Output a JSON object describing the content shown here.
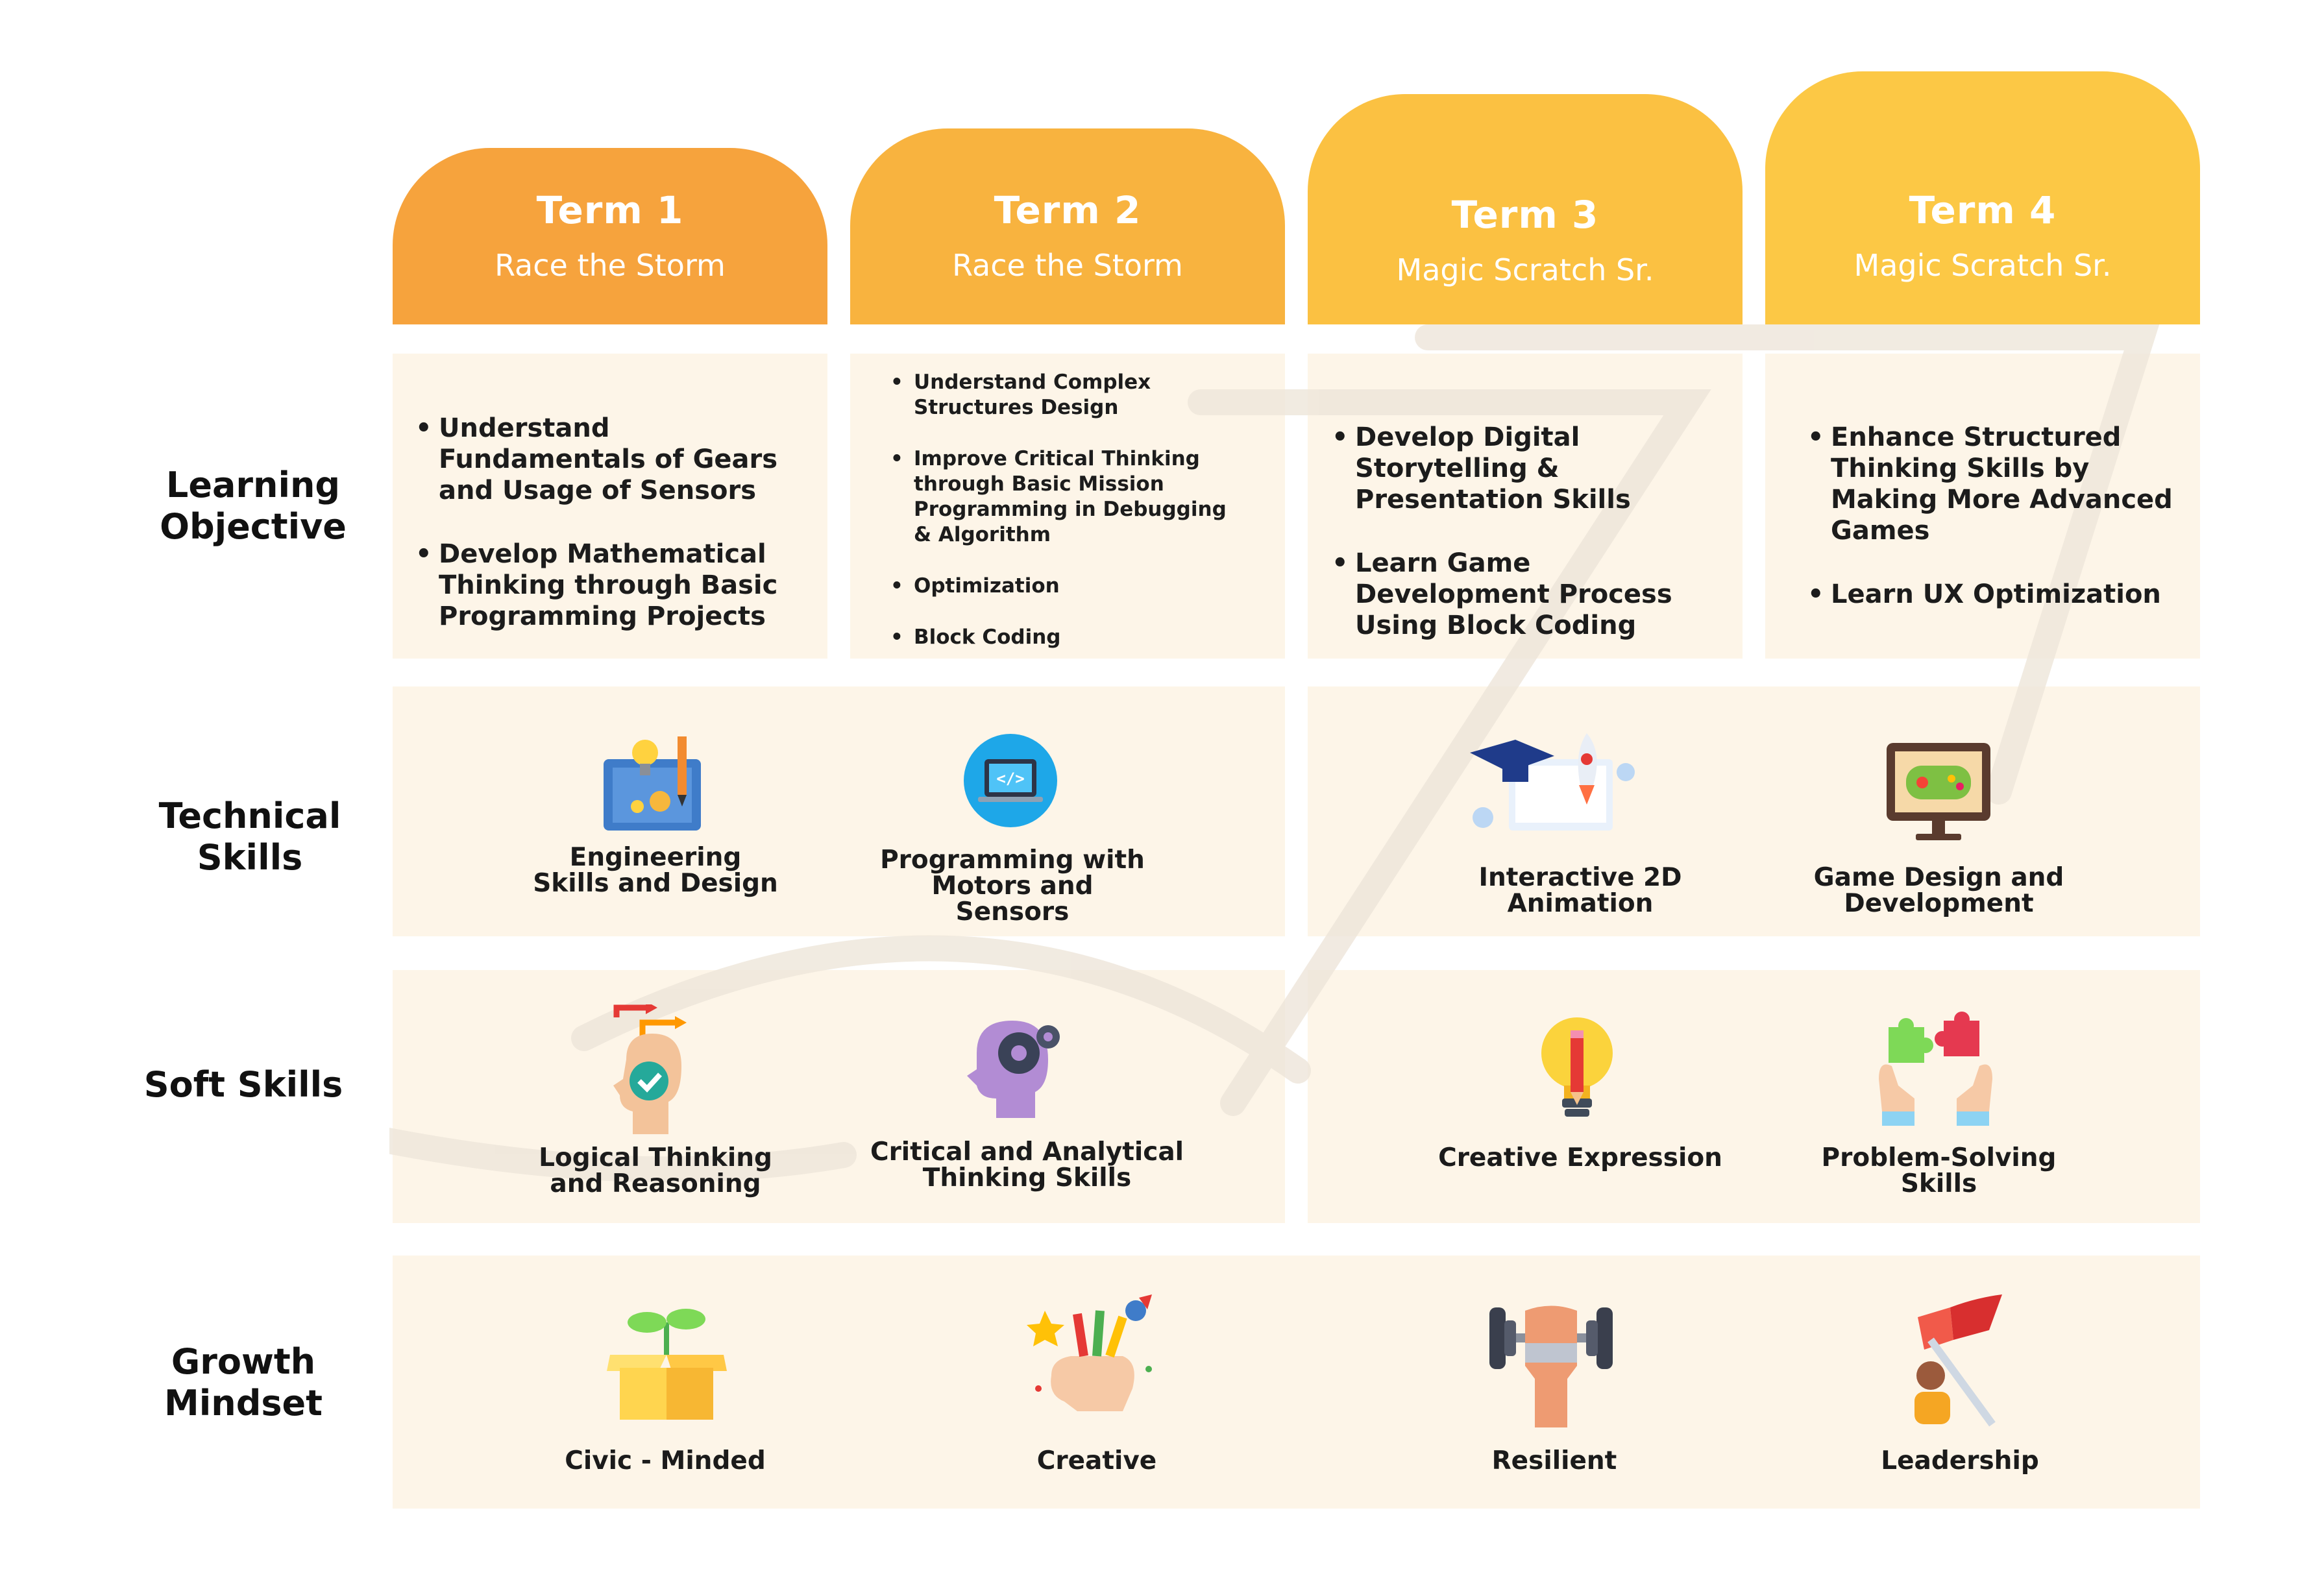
{
  "terms": [
    {
      "title": "Term 1",
      "subtitle": "Race the Storm",
      "color": "#f6a33d"
    },
    {
      "title": "Term 2",
      "subtitle": "Race the Storm",
      "color": "#f8b33f"
    },
    {
      "title": "Term 3",
      "subtitle": "Magic Scratch Sr.",
      "color": "#fbc142"
    },
    {
      "title": "Term 4",
      "subtitle": "Magic Scratch Sr.",
      "color": "#fcc845"
    }
  ],
  "rows": {
    "learning": "Learning Objective",
    "technical": "Technical Skills",
    "soft": "Soft Skills",
    "growth": "Growth Mindset"
  },
  "objectives": {
    "term1": [
      "Understand Fundamentals of Gears and Usage of Sensors",
      "Develop Mathematical Thinking through Basic Programming Projects"
    ],
    "term2": [
      "Understand Complex Structures Design",
      "Improve Critical Thinking through Basic Mission Programming in Debugging & Algorithm",
      "Optimization",
      "Block Coding"
    ],
    "term3": [
      "Develop Digital Storytelling & Presentation Skills",
      "Learn Game Development Process Using Block Coding"
    ],
    "term4": [
      "Enhance Structured Thinking Skills by Making More Advanced Games",
      "Learn UX Optimization"
    ]
  },
  "technical": [
    {
      "label": "Engineering Skills and Design",
      "icon": "engineering-icon"
    },
    {
      "label": "Programming with Motors and Sensors",
      "icon": "programming-icon"
    },
    {
      "label": "Interactive 2D Animation",
      "icon": "animation-icon"
    },
    {
      "label": "Game Design and Development",
      "icon": "game-design-icon"
    }
  ],
  "soft": [
    {
      "label": "Logical Thinking and Reasoning",
      "icon": "logical-thinking-icon"
    },
    {
      "label": "Critical and Analytical Thinking Skills",
      "icon": "critical-thinking-icon"
    },
    {
      "label": "Creative Expression",
      "icon": "creative-expression-icon"
    },
    {
      "label": "Problem-Solving Skills",
      "icon": "problem-solving-icon"
    }
  ],
  "growth": [
    {
      "label": "Civic - Minded",
      "icon": "civic-minded-icon"
    },
    {
      "label": "Creative",
      "icon": "creative-icon"
    },
    {
      "label": "Resilient",
      "icon": "resilient-icon"
    },
    {
      "label": "Leadership",
      "icon": "leadership-icon"
    }
  ],
  "colors": {
    "panel": "#fdf5e8",
    "accent": "#f8b33f"
  }
}
